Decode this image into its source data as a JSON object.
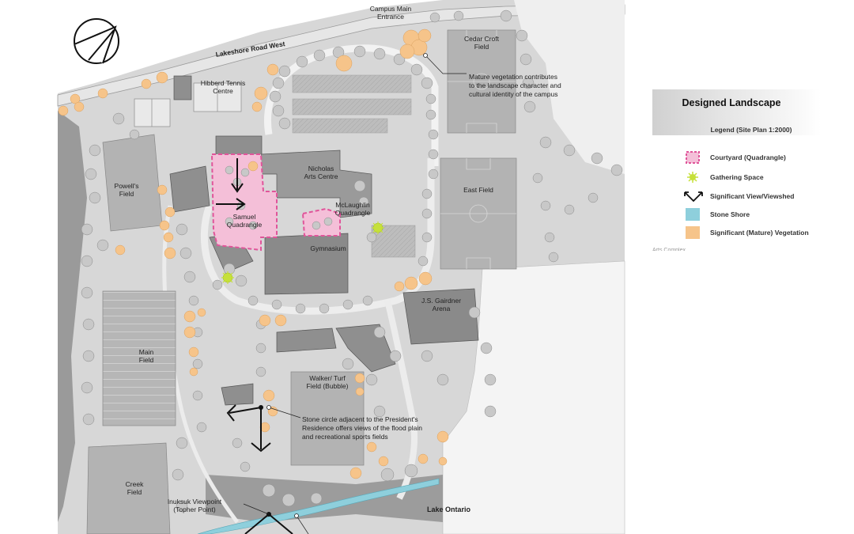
{
  "map": {
    "labels": {
      "campus_main_entrance": "Campus Main\nEntrance",
      "lakeshore_road": "Lakeshore Road West",
      "cedar_croft": "Cedar Croft\nField",
      "hibberd": "Hibberd Tennis\nCentre",
      "powells": "Powell's\nField",
      "nicholas": "Nicholas\nArts Centre",
      "mclaughlin": "McLaughlin\nQuadrangle",
      "samuel": "Samuel\nQuadrangle",
      "gymnasium": "Gymnasium",
      "east_field": "East Field",
      "gairdner": "J.S. Gairdner\nArena",
      "main_field": "Main\nField",
      "walker": "Walker/ Turf\nField (Bubble)",
      "creek": "Creek\nField",
      "inuksuk": "Inuksuk Viewpoint\n(Topher Point)",
      "lake": "Lake Ontario"
    },
    "notes": {
      "vegetation": "Mature vegetation contributes\nto the landscape character and\ncultural identity of the campus",
      "stone_circle": "Stone circle adjacent to the President's\nResidence offers views of the flood plain\nand recreational sports fields"
    },
    "colors": {
      "courtyard": "#e0559a",
      "courtyard_fill": "#f4bfd8",
      "gathering": "#c6e03a",
      "stone_shore": "#8ecfdc",
      "vegetation": "#f6c48a",
      "field": "#b9b9b9",
      "building": "#8c8c8c"
    },
    "north_arrow": "north-arrow-icon"
  },
  "legend": {
    "title": "Designed Landscape",
    "subtitle": "Legend (Site Plan 1:2000)",
    "items": [
      {
        "label": "Courtyard (Quadrangle)",
        "icon": "courtyard-swatch"
      },
      {
        "label": "Gathering Space",
        "icon": "gathering-star-icon"
      },
      {
        "label": "Significant View/Viewshed",
        "icon": "viewshed-arrow-icon"
      },
      {
        "label": "Stone Shore",
        "icon": "stone-shore-swatch"
      },
      {
        "label": "Significant (Mature) Vegetation",
        "icon": "vegetation-swatch"
      }
    ],
    "cut_text": "Arts Complex"
  }
}
